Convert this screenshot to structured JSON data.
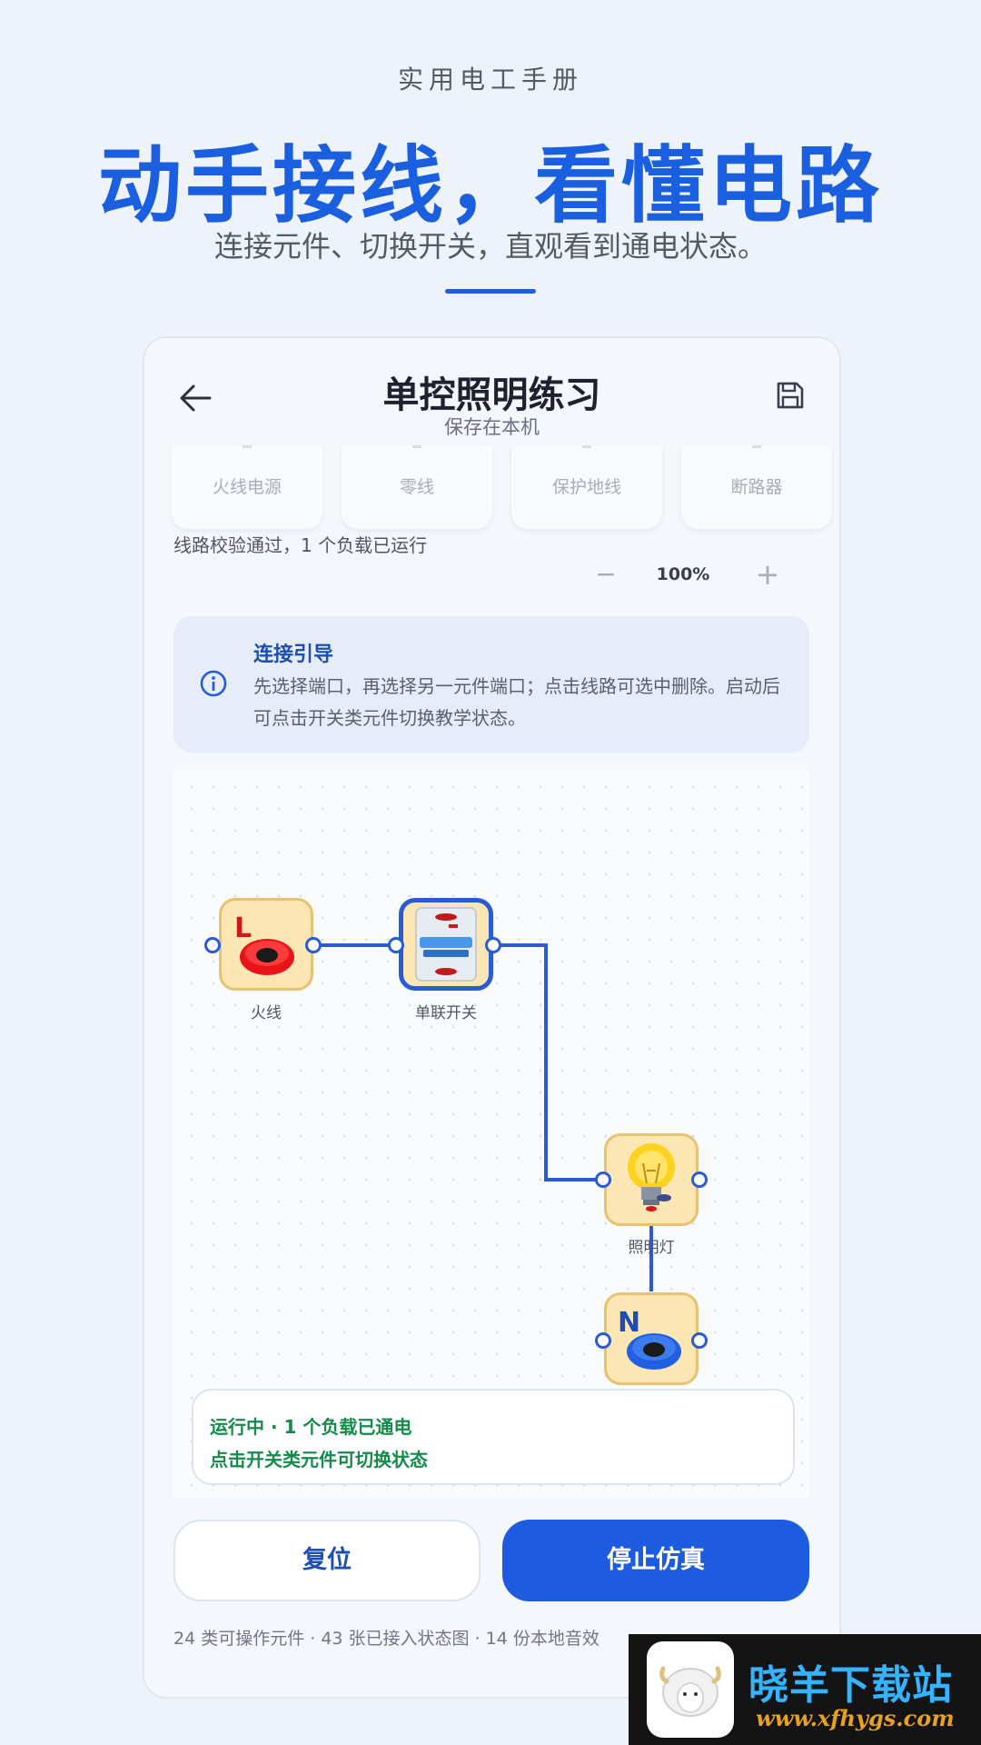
{
  "hero": {
    "kicker": "实用电工手册",
    "title": "动手接线，看懂电路",
    "subtitle": "连接元件、切换开关，直观看到通电状态。"
  },
  "header": {
    "title": "单控照明练习",
    "subtitle": "保存在本机",
    "back_icon": "arrow-left-icon",
    "save_icon": "floppy-disk-icon"
  },
  "palette": {
    "items": [
      "火线电源",
      "零线",
      "保护地线",
      "断路器"
    ]
  },
  "status": {
    "text": "线路校验通过，1 个负载已运行"
  },
  "zoom": {
    "minus": "−",
    "value": "100%",
    "plus": "+"
  },
  "guide": {
    "title": "连接引导",
    "body": "先选择端口，再选择另一元件端口；点击线路可选中删除。启动后可点击开关类元件切换教学状态。",
    "icon": "info-icon"
  },
  "canvas": {
    "components": {
      "live": {
        "label": "火线",
        "badge": "L"
      },
      "switch": {
        "label": "单联开关"
      },
      "lamp": {
        "label": "照明灯"
      },
      "neutral": {
        "label": "",
        "badge": "N"
      }
    }
  },
  "run_status": {
    "line1": "运行中 · 1 个负载已通电",
    "line2": "点击开关类元件可切换状态"
  },
  "buttons": {
    "reset": "复位",
    "stop": "停止仿真"
  },
  "footer": {
    "stats": "24 类可操作元件 · 43 张已接入状态图 · 14 份本地音效"
  },
  "watermark": {
    "text": "晓羊下载站",
    "url": "www.xfhygs.com"
  },
  "colors": {
    "accent": "#1a5fe0",
    "wire": "#2a5bd7",
    "running": "#158a4a",
    "component_bg": "#fbe6b4"
  }
}
